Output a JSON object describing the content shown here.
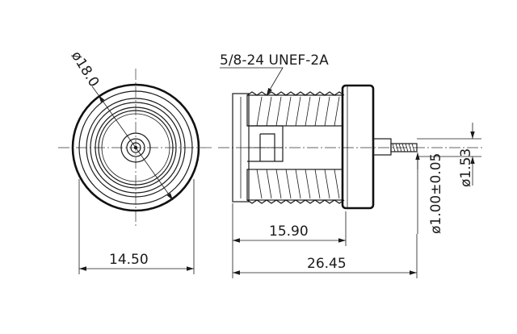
{
  "front_view": {
    "diameter_label": "ø18.0",
    "width_label": "14.50"
  },
  "side_view": {
    "thread_label": "5/8-24 UNEF-2A",
    "length_inner_label": "15.90",
    "length_total_label": "26.45",
    "pin_diameter_label": "ø1.00±0.05",
    "tail_diameter_label": "ø1.53"
  }
}
